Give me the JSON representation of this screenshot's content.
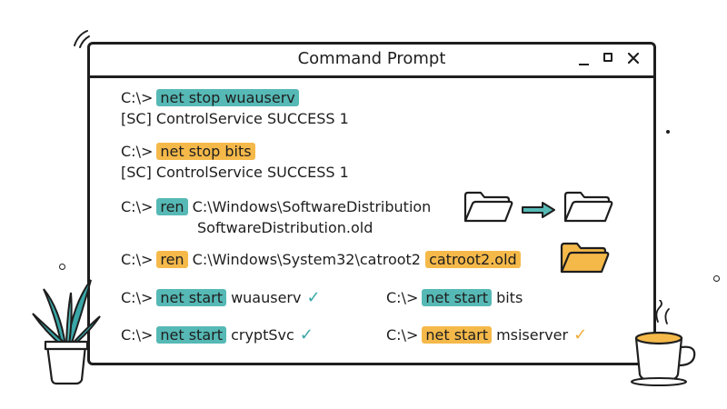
{
  "window": {
    "title": "Command Prompt"
  },
  "prompt": "C:\\>",
  "colors": {
    "teal": "#56b9b5",
    "amber": "#f5b94a",
    "ink": "#1e1e1e",
    "folder_amber": "#f5b94a"
  },
  "lines": {
    "stop_wuauserv": {
      "command": "net stop wuauserv",
      "output": "[SC] ControlService SUCCESS 1"
    },
    "stop_bits": {
      "command": "net stop bits",
      "output": "[SC] ControlService SUCCESS 1"
    },
    "ren_softdist": {
      "command": "ren",
      "arg1": "C:\\Windows\\SoftwareDistribution",
      "arg2": "SoftwareDistribution.old"
    },
    "ren_catroot": {
      "command": "ren",
      "arg1": "C:\\Windows\\System32\\catroot2",
      "arg2": "catroot2.old"
    },
    "start_wuauserv": {
      "command": "net start",
      "arg": "wuauserv"
    },
    "start_bits": {
      "command": "net start",
      "arg": "bits"
    },
    "start_cryptsvc": {
      "command": "net start",
      "arg": "cryptSvc"
    },
    "start_msiserver": {
      "command": "net start",
      "arg": "msiserver"
    }
  },
  "icons": [
    "folder-icon",
    "arrow-right-icon",
    "folder-icon",
    "folder-filled-icon",
    "check-icon",
    "plant-icon",
    "coffee-cup-icon"
  ]
}
